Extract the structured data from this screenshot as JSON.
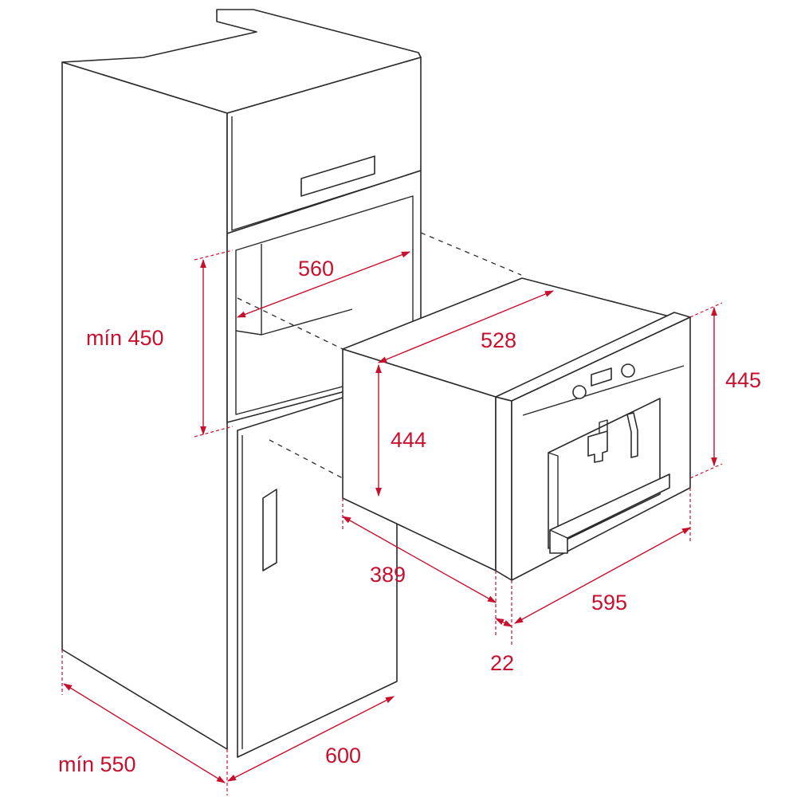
{
  "dimensions": {
    "min_height": "mín 450",
    "cavity_width": "560",
    "appliance_depth": "528",
    "appliance_height": "444",
    "front_height": "445",
    "body_depth": "389",
    "front_width": "595",
    "front_thickness": "22",
    "cabinet_depth": "mín 550",
    "cabinet_width": "600"
  },
  "colors": {
    "dimension": "#c8102e",
    "outline": "#2a2a2a"
  }
}
